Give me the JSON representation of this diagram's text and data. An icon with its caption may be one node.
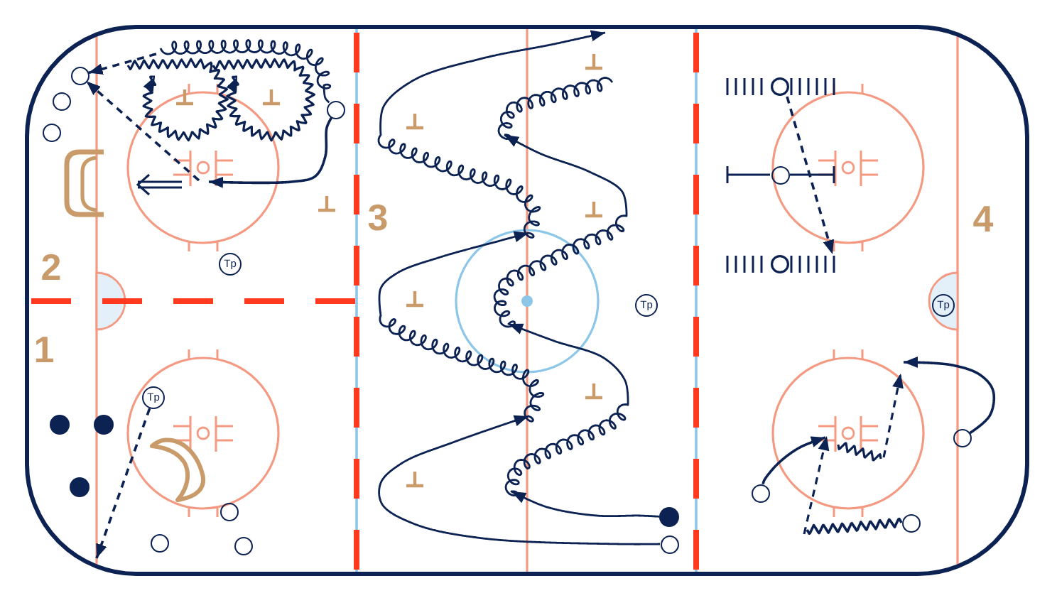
{
  "diagram": {
    "nodes": [
      {
        "text": [],
        "shape": "circle"
      },
      {
        "text": [],
        "shape": "circle"
      },
      {
        "text": [],
        "shape": "circle"
      },
      {
        "text": [],
        "shape": "circle"
      },
      {
        "text": [
          "Tp"
        ]
      },
      {
        "text": [
          "Tp"
        ]
      },
      {
        "text": [],
        "shape": "dot"
      },
      {
        "text": [],
        "shape": "dot"
      },
      {
        "text": [],
        "shape": "dot"
      },
      {
        "text": [],
        "shape": "circle"
      },
      {
        "text": [],
        "shape": "circle"
      },
      {
        "text": [],
        "shape": "circle"
      },
      {
        "text": [
          "Tp"
        ]
      },
      {
        "text": [],
        "shape": "dot"
      },
      {
        "text": [],
        "shape": "circle"
      },
      {
        "text": [],
        "shape": "circle"
      },
      {
        "text": [],
        "shape": "circle"
      },
      {
        "text": [],
        "shape": "circle"
      },
      {
        "text": [
          "Tp"
        ]
      },
      {
        "text": [],
        "shape": "circle"
      },
      {
        "text": [],
        "shape": "circle"
      },
      {
        "text": [],
        "shape": "circle"
      }
    ],
    "edges": [
      {
        "from": 3,
        "to": null,
        "arrow": "none"
      },
      {
        "from": null,
        "to": 0,
        "arrow": "to",
        "style": "dashed"
      },
      {
        "from": 3,
        "to": null,
        "arrow": "to"
      },
      {
        "from": null,
        "to": 0,
        "arrow": "to",
        "style": "dashed"
      },
      {
        "from": 5,
        "to": null,
        "arrow": "to",
        "style": "dashed"
      },
      {
        "from": 13,
        "to": null,
        "arrow": "to"
      },
      {
        "from": 14,
        "to": null,
        "arrow": "to"
      },
      {
        "from": 15,
        "to": 17,
        "arrow": "to",
        "style": "dashed"
      },
      {
        "from": 21,
        "to": null,
        "arrow": "none"
      },
      {
        "from": 20,
        "to": null,
        "arrow": "to"
      },
      {
        "from": 19,
        "to": null,
        "arrow": "to"
      }
    ],
    "labels": [
      "2",
      "1",
      "3",
      "4"
    ]
  }
}
